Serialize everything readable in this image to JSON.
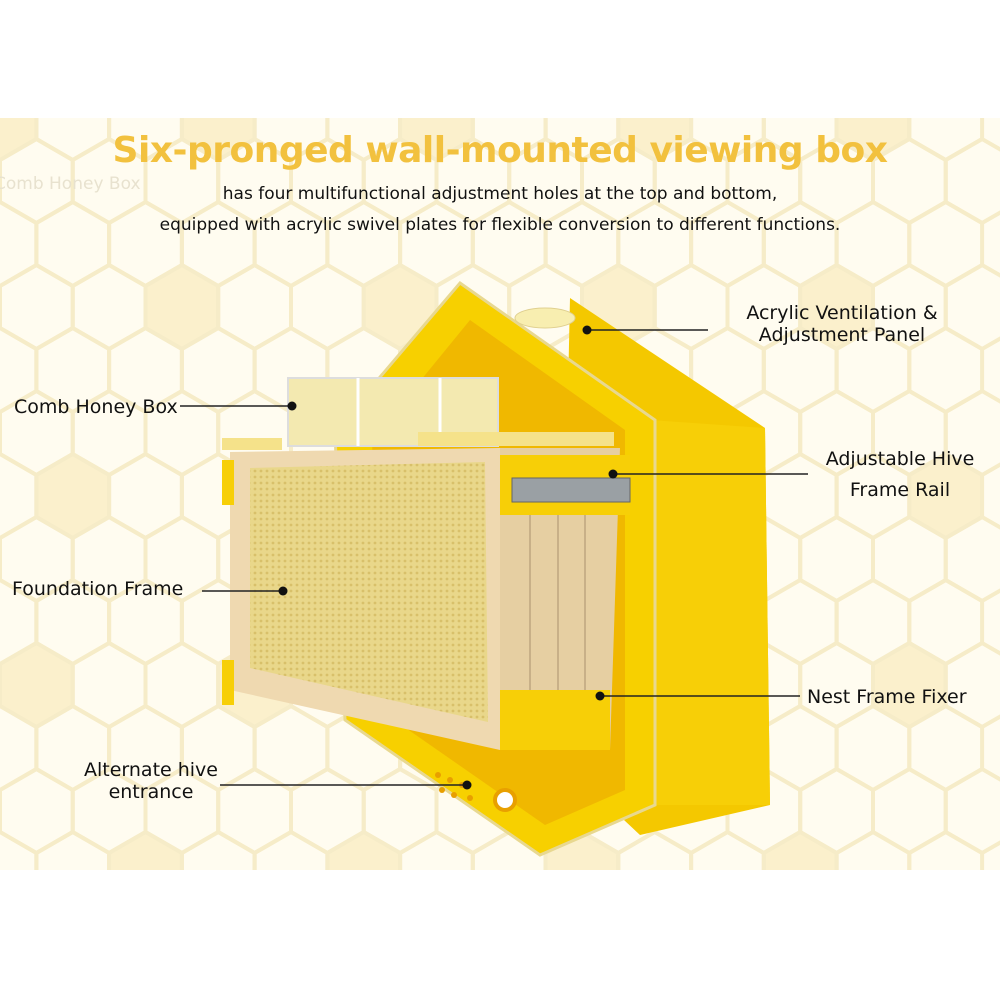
{
  "header": {
    "title": "Six-pronged wall-mounted viewing box",
    "subtitle_line1": "has four multifunctional adjustment holes at the top and bottom,",
    "subtitle_line2": "equipped with acrylic swivel plates for flexible conversion to different functions.",
    "ghost_text": "Comb Honey Box"
  },
  "callouts": {
    "acrylic_panel": [
      "Acrylic Ventilation &",
      "Adjustment Panel"
    ],
    "comb_honey_box": "Comb Honey Box",
    "hive_frame_rail": [
      "Adjustable Hive",
      "Frame Rail"
    ],
    "foundation_frame": "Foundation Frame",
    "nest_frame_fixer": "Nest Frame Fixer",
    "alternate_entrance": [
      "Alternate hive",
      "entrance"
    ]
  },
  "colors": {
    "accent": "#f2c13e",
    "hive_yellow": "#f7cf07",
    "background": "#fffcf0"
  }
}
